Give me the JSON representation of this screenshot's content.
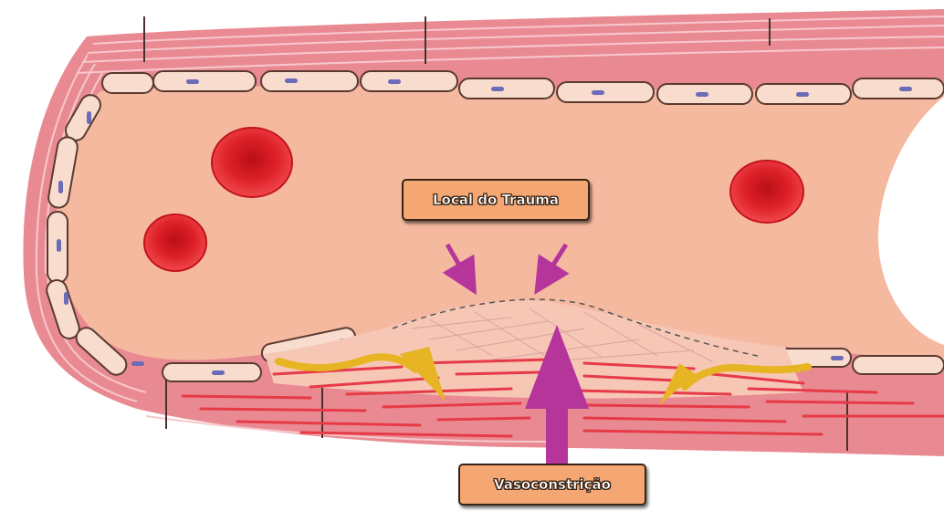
{
  "labels": {
    "trauma_site": "Local do Trauma",
    "vasoconstriction": "Vasoconstrição"
  },
  "colors": {
    "vessel_wall": "#e98a92",
    "lumen": "#f5b9a0",
    "endothelial_cell": "#f8dccd",
    "nucleus": "#6b6bb8",
    "red_blood_cell": "#e0242a",
    "muscle_line": "#e63a48",
    "arrow_magenta": "#b5359b",
    "arrow_yellow": "#e7b424",
    "label_fill": "#f4a772"
  },
  "icons": {
    "trauma_arrows": "arrow-down-diagonal",
    "vasoconstriction_arrow": "arrow-up",
    "muscle_contraction_arrows": "curved-arrow"
  }
}
